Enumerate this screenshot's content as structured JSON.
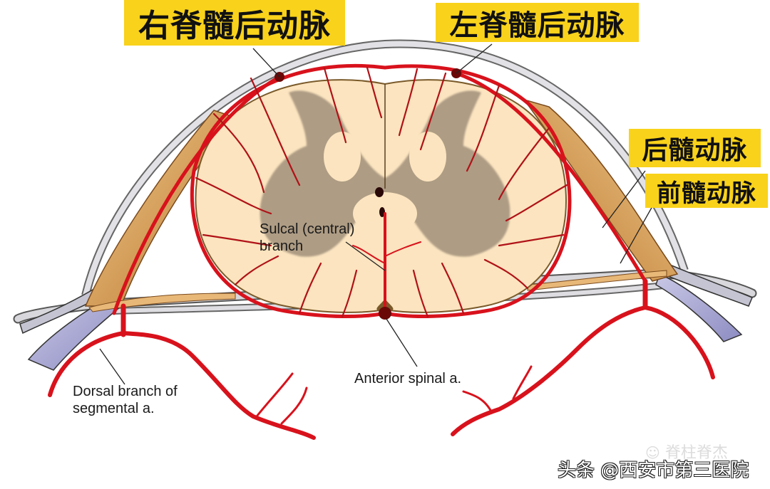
{
  "labels": {
    "right_posterior_spinal": "右脊髓后动脉",
    "left_posterior_spinal": "左脊髓后动脉",
    "posterior_medullary": "后髓动脉",
    "anterior_medullary": "前髓动脉",
    "sulcal_branch_line1": "Sulcal (central)",
    "sulcal_branch_line2": "branch",
    "dorsal_branch_line1": "Dorsal branch of",
    "dorsal_branch_line2": "segmental a.",
    "anterior_spinal": "Anterior spinal a."
  },
  "watermark": {
    "faint_text": "脊柱脊杰",
    "source": "头条 @西安市第三医院"
  },
  "colors": {
    "label_bg": "#f9d21b",
    "artery": "#d8121c",
    "white_matter": "#fbe4bf",
    "gray_matter": "#a89680",
    "dura": "#c8c8cc",
    "vein": "#a9a8d2",
    "root": "#d7a25c"
  }
}
